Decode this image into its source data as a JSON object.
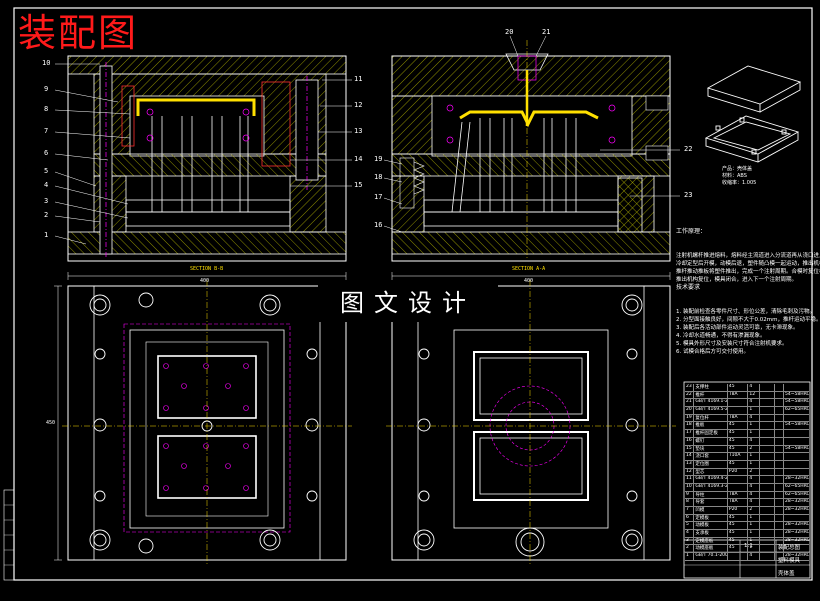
{
  "drawing": {
    "title": "装配图",
    "watermark": "图文设计"
  },
  "callouts_left": [
    "10",
    "9",
    "8",
    "7",
    "6",
    "5",
    "4",
    "3",
    "2",
    "1"
  ],
  "callouts_right": [
    "11",
    "12",
    "13",
    "14",
    "15"
  ],
  "callouts_section2_left": [
    "19",
    "18",
    "17",
    "16"
  ],
  "callouts_section2_top": [
    "20",
    "21"
  ],
  "callouts_section2_right": [
    "22",
    "23"
  ],
  "section_labels": {
    "a": "SECTION A-A",
    "b": "SECTION B-B"
  },
  "dimensions": {
    "width_a": "400",
    "width_b": "400",
    "height": "450"
  },
  "part_info": {
    "line1": "产品：壳体盖",
    "line2": "材料：ABS",
    "line3": "收缩率：1.005"
  },
  "notes_work": {
    "heading": "工作原理：",
    "text": "注射机螺杆推进熔料，熔料经主流道进入分流道再从浇口进入型腔，\n冷却定型后开模，动模后退，塑件随凸模一起运动，推出机构\n推杆推动推板将塑件推出，完成一个注射周期。合模时复位杆使\n推出机构复位，模具闭合，进入下一个注射周期。"
  },
  "notes_tech": {
    "heading": "技术要求",
    "text": "1. 装配前检查各零件尺寸、形位公差，清除毛刺及污物。\n2. 分型面接触良好，间隙不大于0.02mm，推杆运动平稳。\n3. 装配后各活动部件运动灵活可靠，无卡滞现象。\n4. 冷却水道畅通，不得有渗漏现象。\n5. 模具外形尺寸及安装尺寸符合注射机要求。\n6. 试模合格后方可交付使用。"
  },
  "bom_rows": [
    [
      "23",
      "支撑柱",
      "45",
      "4",
      "",
      "",
      ""
    ],
    [
      "22",
      "推杆",
      "T8A",
      "12",
      "",
      "",
      "54~58HRC"
    ],
    [
      "21",
      "GB/T 4169.1-2006",
      "",
      "4",
      "",
      "",
      "54~58HRC"
    ],
    [
      "20",
      "GB/T 4169.5-2006",
      "",
      "1",
      "",
      "",
      "62~65HRC"
    ],
    [
      "19",
      "复位杆",
      "T8A",
      "4",
      "",
      "",
      ""
    ],
    [
      "18",
      "推板",
      "45",
      "1",
      "",
      "",
      "54~58HRC"
    ],
    [
      "17",
      "推杆固定板",
      "45",
      "1",
      "",
      "",
      ""
    ],
    [
      "16",
      "螺钉",
      "45",
      "4",
      "",
      "",
      ""
    ],
    [
      "15",
      "垫块",
      "45",
      "2",
      "",
      "",
      "54~58HRC"
    ],
    [
      "14",
      "浇口套",
      "T10A",
      "1",
      "",
      "",
      ""
    ],
    [
      "13",
      "定位圈",
      "45",
      "1",
      "",
      "",
      ""
    ],
    [
      "12",
      "型芯",
      "P20",
      "2",
      "",
      "",
      ""
    ],
    [
      "11",
      "GB/T 4169.4-2006",
      "",
      "4",
      "",
      "",
      "28~32HRC"
    ],
    [
      "10",
      "GB/T 4169.3-2006",
      "",
      "4",
      "",
      "",
      "62~65HRC"
    ],
    [
      "9",
      "导柱",
      "T8A",
      "4",
      "",
      "",
      "62~65HRC"
    ],
    [
      "8",
      "导套",
      "T8A",
      "4",
      "",
      "",
      "28~32HRC"
    ],
    [
      "7",
      "凹模",
      "P20",
      "2",
      "",
      "",
      "28~32HRC"
    ],
    [
      "6",
      "定模板",
      "45",
      "1",
      "",
      "",
      ""
    ],
    [
      "5",
      "动模板",
      "45",
      "1",
      "",
      "",
      "28~32HRC"
    ],
    [
      "4",
      "支承板",
      "45",
      "1",
      "",
      "",
      "28~32HRC"
    ],
    [
      "3",
      "定模座板",
      "45",
      "1",
      "",
      "",
      "28~32HRC"
    ],
    [
      "2",
      "动模座板",
      "45",
      "1",
      "",
      "",
      ""
    ],
    [
      "1",
      "GB/T 70.1-2000",
      "",
      "4",
      "",
      "",
      "28~32HRC"
    ]
  ],
  "title_block": {
    "drawing_name": "塑料模具",
    "sub1": "装配总图",
    "sub2": "壳体盖",
    "scale": "1:1"
  },
  "colors": {
    "line": "#ffffff",
    "hatch": "#c8c800",
    "hidden": "#ff00ff",
    "accent": "#ff1a1a",
    "center": "#ffe000",
    "border": "#ffffff"
  }
}
